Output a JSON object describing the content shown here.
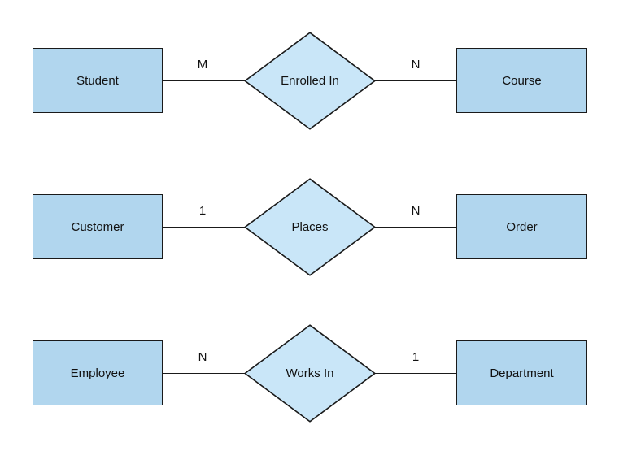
{
  "diagram": {
    "type": "entity-relationship-diagram",
    "colors": {
      "entity_fill": "#b1d6ee",
      "relationship_fill": "#c9e6f8",
      "stroke": "#1a1a1a",
      "text": "#111111",
      "background": "#ffffff"
    },
    "rows": [
      {
        "left_entity": "Student",
        "left_cardinality": "M",
        "relationship": "Enrolled In",
        "right_cardinality": "N",
        "right_entity": "Course"
      },
      {
        "left_entity": "Customer",
        "left_cardinality": "1",
        "relationship": "Places",
        "right_cardinality": "N",
        "right_entity": "Order"
      },
      {
        "left_entity": "Employee",
        "left_cardinality": "N",
        "relationship": "Works In",
        "right_cardinality": "1",
        "right_entity": "Department"
      }
    ]
  }
}
